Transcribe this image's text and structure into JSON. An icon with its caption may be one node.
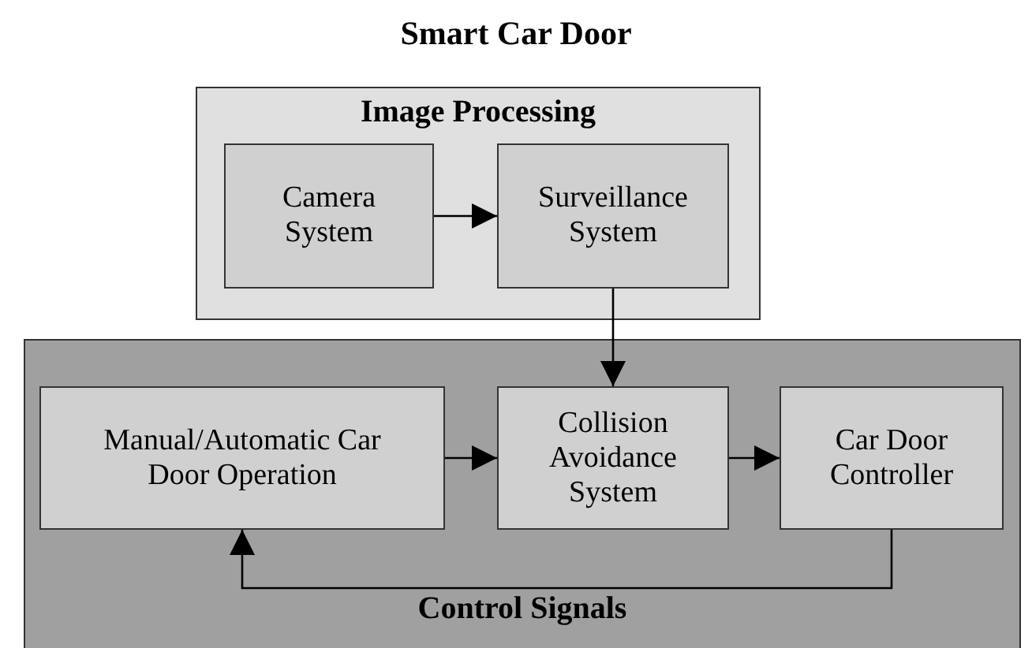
{
  "diagram": {
    "title": "Smart Car Door",
    "nodes": [
      {
        "text": [
          "Image Processing"
        ]
      },
      {
        "text": [
          "Camera System"
        ],
        "in": 0
      },
      {
        "text": [
          "Surveillance System"
        ],
        "in": 0
      },
      {
        "text": [
          "Control Signals"
        ]
      },
      {
        "text": [
          "Manual/Automatic Car Door Operation"
        ],
        "in": 3
      },
      {
        "text": [
          "Collision Avoidance System"
        ],
        "in": 3
      },
      {
        "text": [
          "Car Door Controller"
        ],
        "in": 3
      }
    ],
    "edges": [
      {
        "from": 1,
        "to": 2,
        "arrow": "to"
      },
      {
        "from": 2,
        "to": 5,
        "arrow": "to"
      },
      {
        "from": 4,
        "to": 5,
        "arrow": "to"
      },
      {
        "from": 5,
        "to": 6,
        "arrow": "to"
      },
      {
        "from": 6,
        "to": 4,
        "arrow": "to"
      }
    ]
  }
}
